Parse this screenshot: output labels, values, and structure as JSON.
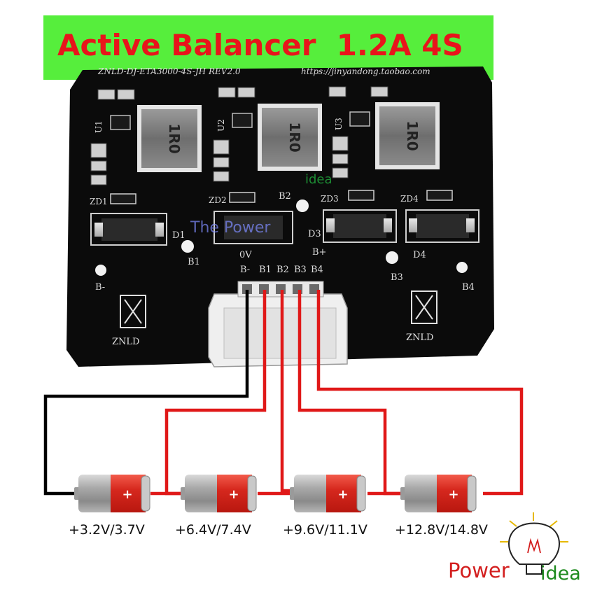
{
  "title": "Active Balancer  1.2A 4S",
  "board": {
    "header_text": "ZNLD-DJ-ETA3000-4S-JH  REV2.0",
    "url_text": "https://jinyandong.taobao.com",
    "inductor_marking": "1R0",
    "ic_labels": [
      "U1",
      "U2",
      "U3"
    ],
    "zener_labels": [
      "ZD1",
      "ZD2",
      "ZD3",
      "ZD4"
    ],
    "diode_labels": [
      "D1",
      "D3",
      "D4"
    ],
    "pad_labels": [
      "B1",
      "B2",
      "B3",
      "B4",
      "B-",
      "B+",
      "0V"
    ],
    "connector_labels": [
      "B-",
      "B1",
      "B2",
      "B3",
      "B4"
    ],
    "brand": "ZNLD",
    "watermark_top": "idea",
    "watermark_mid": "The Power"
  },
  "batteries": [
    {
      "plus": "+"
    },
    {
      "plus": "+"
    },
    {
      "plus": "+"
    },
    {
      "plus": "+"
    }
  ],
  "voltages": [
    "+3.2V/3.7V",
    "+6.4V/7.4V",
    "+9.6V/11.1V",
    "+12.8V/14.8V"
  ],
  "logo": {
    "power": "Power",
    "idea": "idea"
  },
  "colors": {
    "banner": "#56ee3c",
    "title": "#e8141b",
    "pcb": "#0b0b0b",
    "wire_red": "#e01818",
    "wire_black": "#000000",
    "silk": "#e6e6e6"
  }
}
